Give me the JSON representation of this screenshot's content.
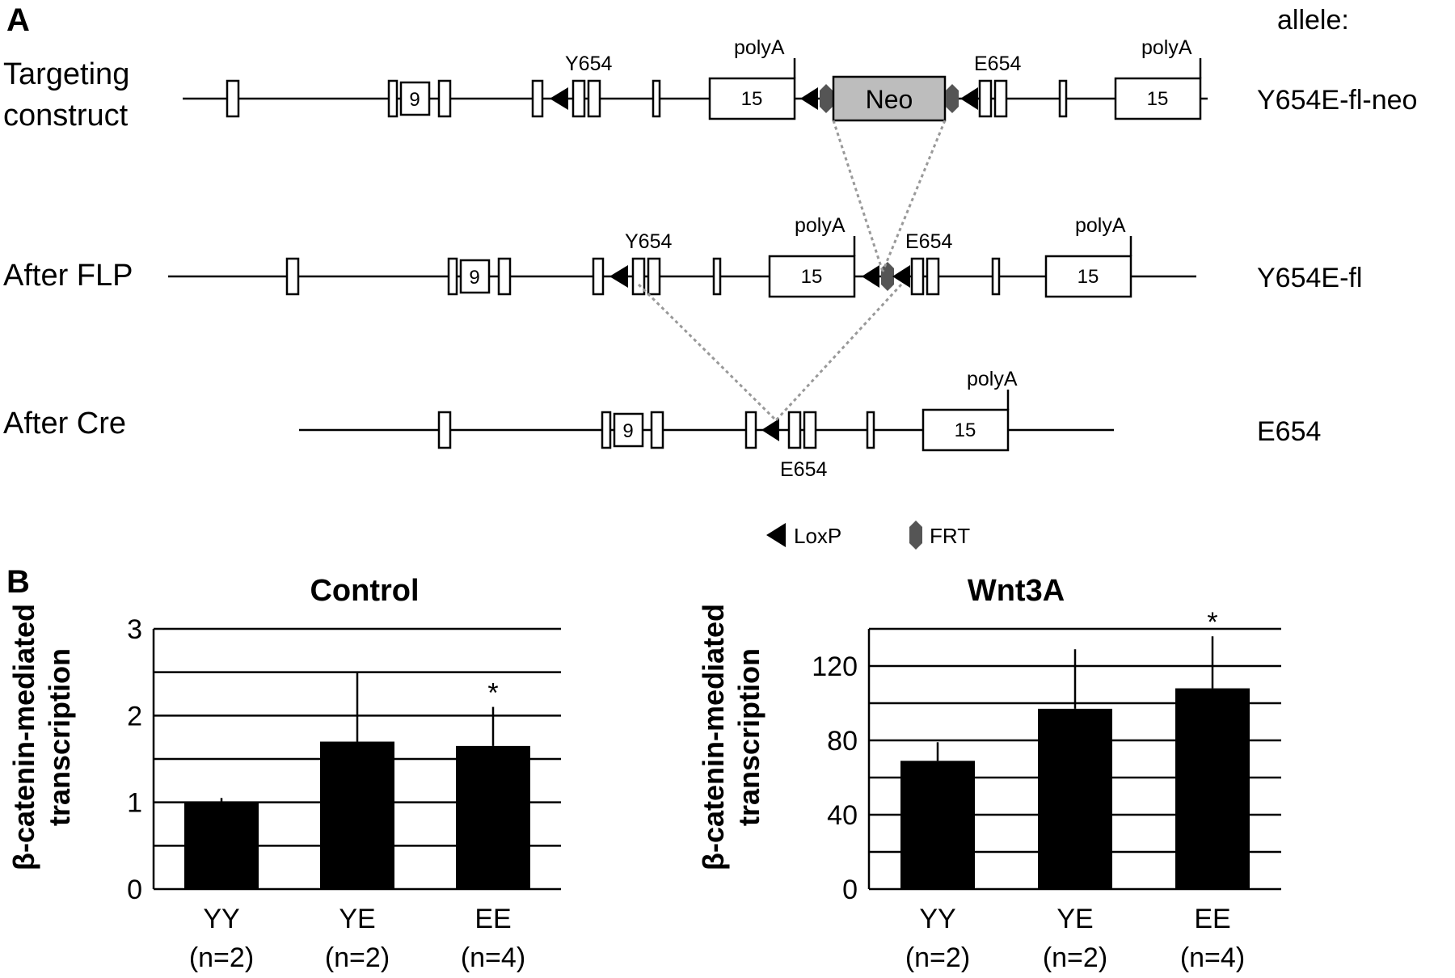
{
  "panel_a": {
    "letter": "A",
    "allele_header": "allele:",
    "rows": [
      {
        "label_lines": [
          "Targeting",
          "construct"
        ],
        "allele": "Y654E-fl-neo"
      },
      {
        "label_lines": [
          "After FLP"
        ],
        "allele": "Y654E-fl"
      },
      {
        "label_lines": [
          "After Cre"
        ],
        "allele": "E654"
      }
    ],
    "exon_9": "9",
    "exon_15": "15",
    "neo": "Neo",
    "polyA": "polyA",
    "Y654": "Y654",
    "E654": "E654",
    "legend": {
      "loxp": "LoxP",
      "frt": "FRT"
    },
    "colors": {
      "neo_fill": "#bdbdbd",
      "frt": "#555555",
      "loxp": "#000000",
      "dotted": "#999999"
    }
  },
  "panel_b": {
    "letter": "B",
    "ylabel_lines": [
      "β-catenin-mediated",
      "transcription"
    ]
  },
  "chart_data": [
    {
      "type": "bar",
      "title": "Control",
      "categories": [
        "YY",
        "YE",
        "EE"
      ],
      "category_sublabels": [
        "(n=2)",
        "(n=2)",
        "(n=4)"
      ],
      "values": [
        1.0,
        1.7,
        1.65
      ],
      "error_upper": [
        0.05,
        0.8,
        0.45
      ],
      "significance": [
        "",
        "",
        "*"
      ],
      "ylim": [
        0,
        3
      ],
      "yticks": [
        0,
        1,
        2,
        3
      ],
      "gridlines": [
        0.5,
        1,
        1.5,
        2,
        2.5,
        3
      ],
      "ylabel": "β-catenin-mediated transcription",
      "bar_color": "#000000"
    },
    {
      "type": "bar",
      "title": "Wnt3A",
      "categories": [
        "YY",
        "YE",
        "EE"
      ],
      "category_sublabels": [
        "(n=2)",
        "(n=2)",
        "(n=4)"
      ],
      "values": [
        69,
        97,
        108
      ],
      "error_upper": [
        10,
        32,
        28
      ],
      "significance": [
        "",
        "",
        "*"
      ],
      "ylim": [
        0,
        140
      ],
      "yticks": [
        0,
        40,
        80,
        120
      ],
      "gridlines": [
        20,
        40,
        60,
        80,
        100,
        120,
        140
      ],
      "ylabel": "β-catenin-mediated transcription",
      "bar_color": "#000000"
    }
  ]
}
